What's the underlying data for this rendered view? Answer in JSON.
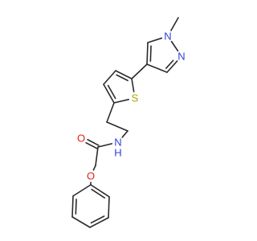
{
  "molecule": {
    "atoms": [
      {
        "id": "methyl_c",
        "label": ""
      },
      {
        "id": "n1",
        "label": "N",
        "color": "#2f3fd6"
      },
      {
        "id": "n2",
        "label": "N",
        "color": "#2f3fd6"
      },
      {
        "id": "pz_c5",
        "label": ""
      },
      {
        "id": "pz_c4",
        "label": ""
      },
      {
        "id": "pz_c3",
        "label": ""
      },
      {
        "id": "th_c2",
        "label": ""
      },
      {
        "id": "th_c3",
        "label": ""
      },
      {
        "id": "th_c4",
        "label": ""
      },
      {
        "id": "th_c5",
        "label": ""
      },
      {
        "id": "s1",
        "label": "S",
        "color": "#b5a000"
      },
      {
        "id": "ch2_a",
        "label": ""
      },
      {
        "id": "ch2_b",
        "label": ""
      },
      {
        "id": "nh",
        "label": "N",
        "sublabel": "H",
        "color": "#2f3fd6"
      },
      {
        "id": "carbonyl_c",
        "label": ""
      },
      {
        "id": "o_carbonyl",
        "label": "O",
        "color": "#e0201b"
      },
      {
        "id": "ch2_o",
        "label": ""
      },
      {
        "id": "o_ether",
        "label": "O",
        "color": "#e0201b"
      },
      {
        "id": "ph_c1",
        "label": ""
      },
      {
        "id": "ph_c2",
        "label": ""
      },
      {
        "id": "ph_c3",
        "label": ""
      },
      {
        "id": "ph_c4",
        "label": ""
      },
      {
        "id": "ph_c5",
        "label": ""
      },
      {
        "id": "ph_c6",
        "label": ""
      }
    ],
    "bonds": [
      {
        "a": "methyl_c",
        "b": "n1",
        "order": 1
      },
      {
        "a": "n1",
        "b": "n2",
        "order": 1
      },
      {
        "a": "n2",
        "b": "pz_c3",
        "order": 2
      },
      {
        "a": "pz_c3",
        "b": "pz_c4",
        "order": 1
      },
      {
        "a": "pz_c4",
        "b": "pz_c5",
        "order": 2
      },
      {
        "a": "pz_c5",
        "b": "n1",
        "order": 1
      },
      {
        "a": "pz_c4",
        "b": "th_c2",
        "order": 1
      },
      {
        "a": "th_c2",
        "b": "th_c3",
        "order": 2
      },
      {
        "a": "th_c3",
        "b": "th_c4",
        "order": 1
      },
      {
        "a": "th_c4",
        "b": "th_c5",
        "order": 2
      },
      {
        "a": "th_c5",
        "b": "s1",
        "order": 1
      },
      {
        "a": "s1",
        "b": "th_c2",
        "order": 1
      },
      {
        "a": "th_c5",
        "b": "ch2_a",
        "order": 1
      },
      {
        "a": "ch2_a",
        "b": "ch2_b",
        "order": 1
      },
      {
        "a": "ch2_b",
        "b": "nh",
        "order": 1
      },
      {
        "a": "nh",
        "b": "carbonyl_c",
        "order": 1
      },
      {
        "a": "carbonyl_c",
        "b": "o_carbonyl",
        "order": 2
      },
      {
        "a": "carbonyl_c",
        "b": "ch2_o",
        "order": 1
      },
      {
        "a": "ch2_o",
        "b": "o_ether",
        "order": 1
      },
      {
        "a": "o_ether",
        "b": "ph_c1",
        "order": 1
      },
      {
        "a": "ph_c1",
        "b": "ph_c2",
        "order": 2
      },
      {
        "a": "ph_c2",
        "b": "ph_c3",
        "order": 1
      },
      {
        "a": "ph_c3",
        "b": "ph_c4",
        "order": 2
      },
      {
        "a": "ph_c4",
        "b": "ph_c5",
        "order": 1
      },
      {
        "a": "ph_c5",
        "b": "ph_c6",
        "order": 2
      },
      {
        "a": "ph_c6",
        "b": "ph_c1",
        "order": 1
      }
    ]
  }
}
